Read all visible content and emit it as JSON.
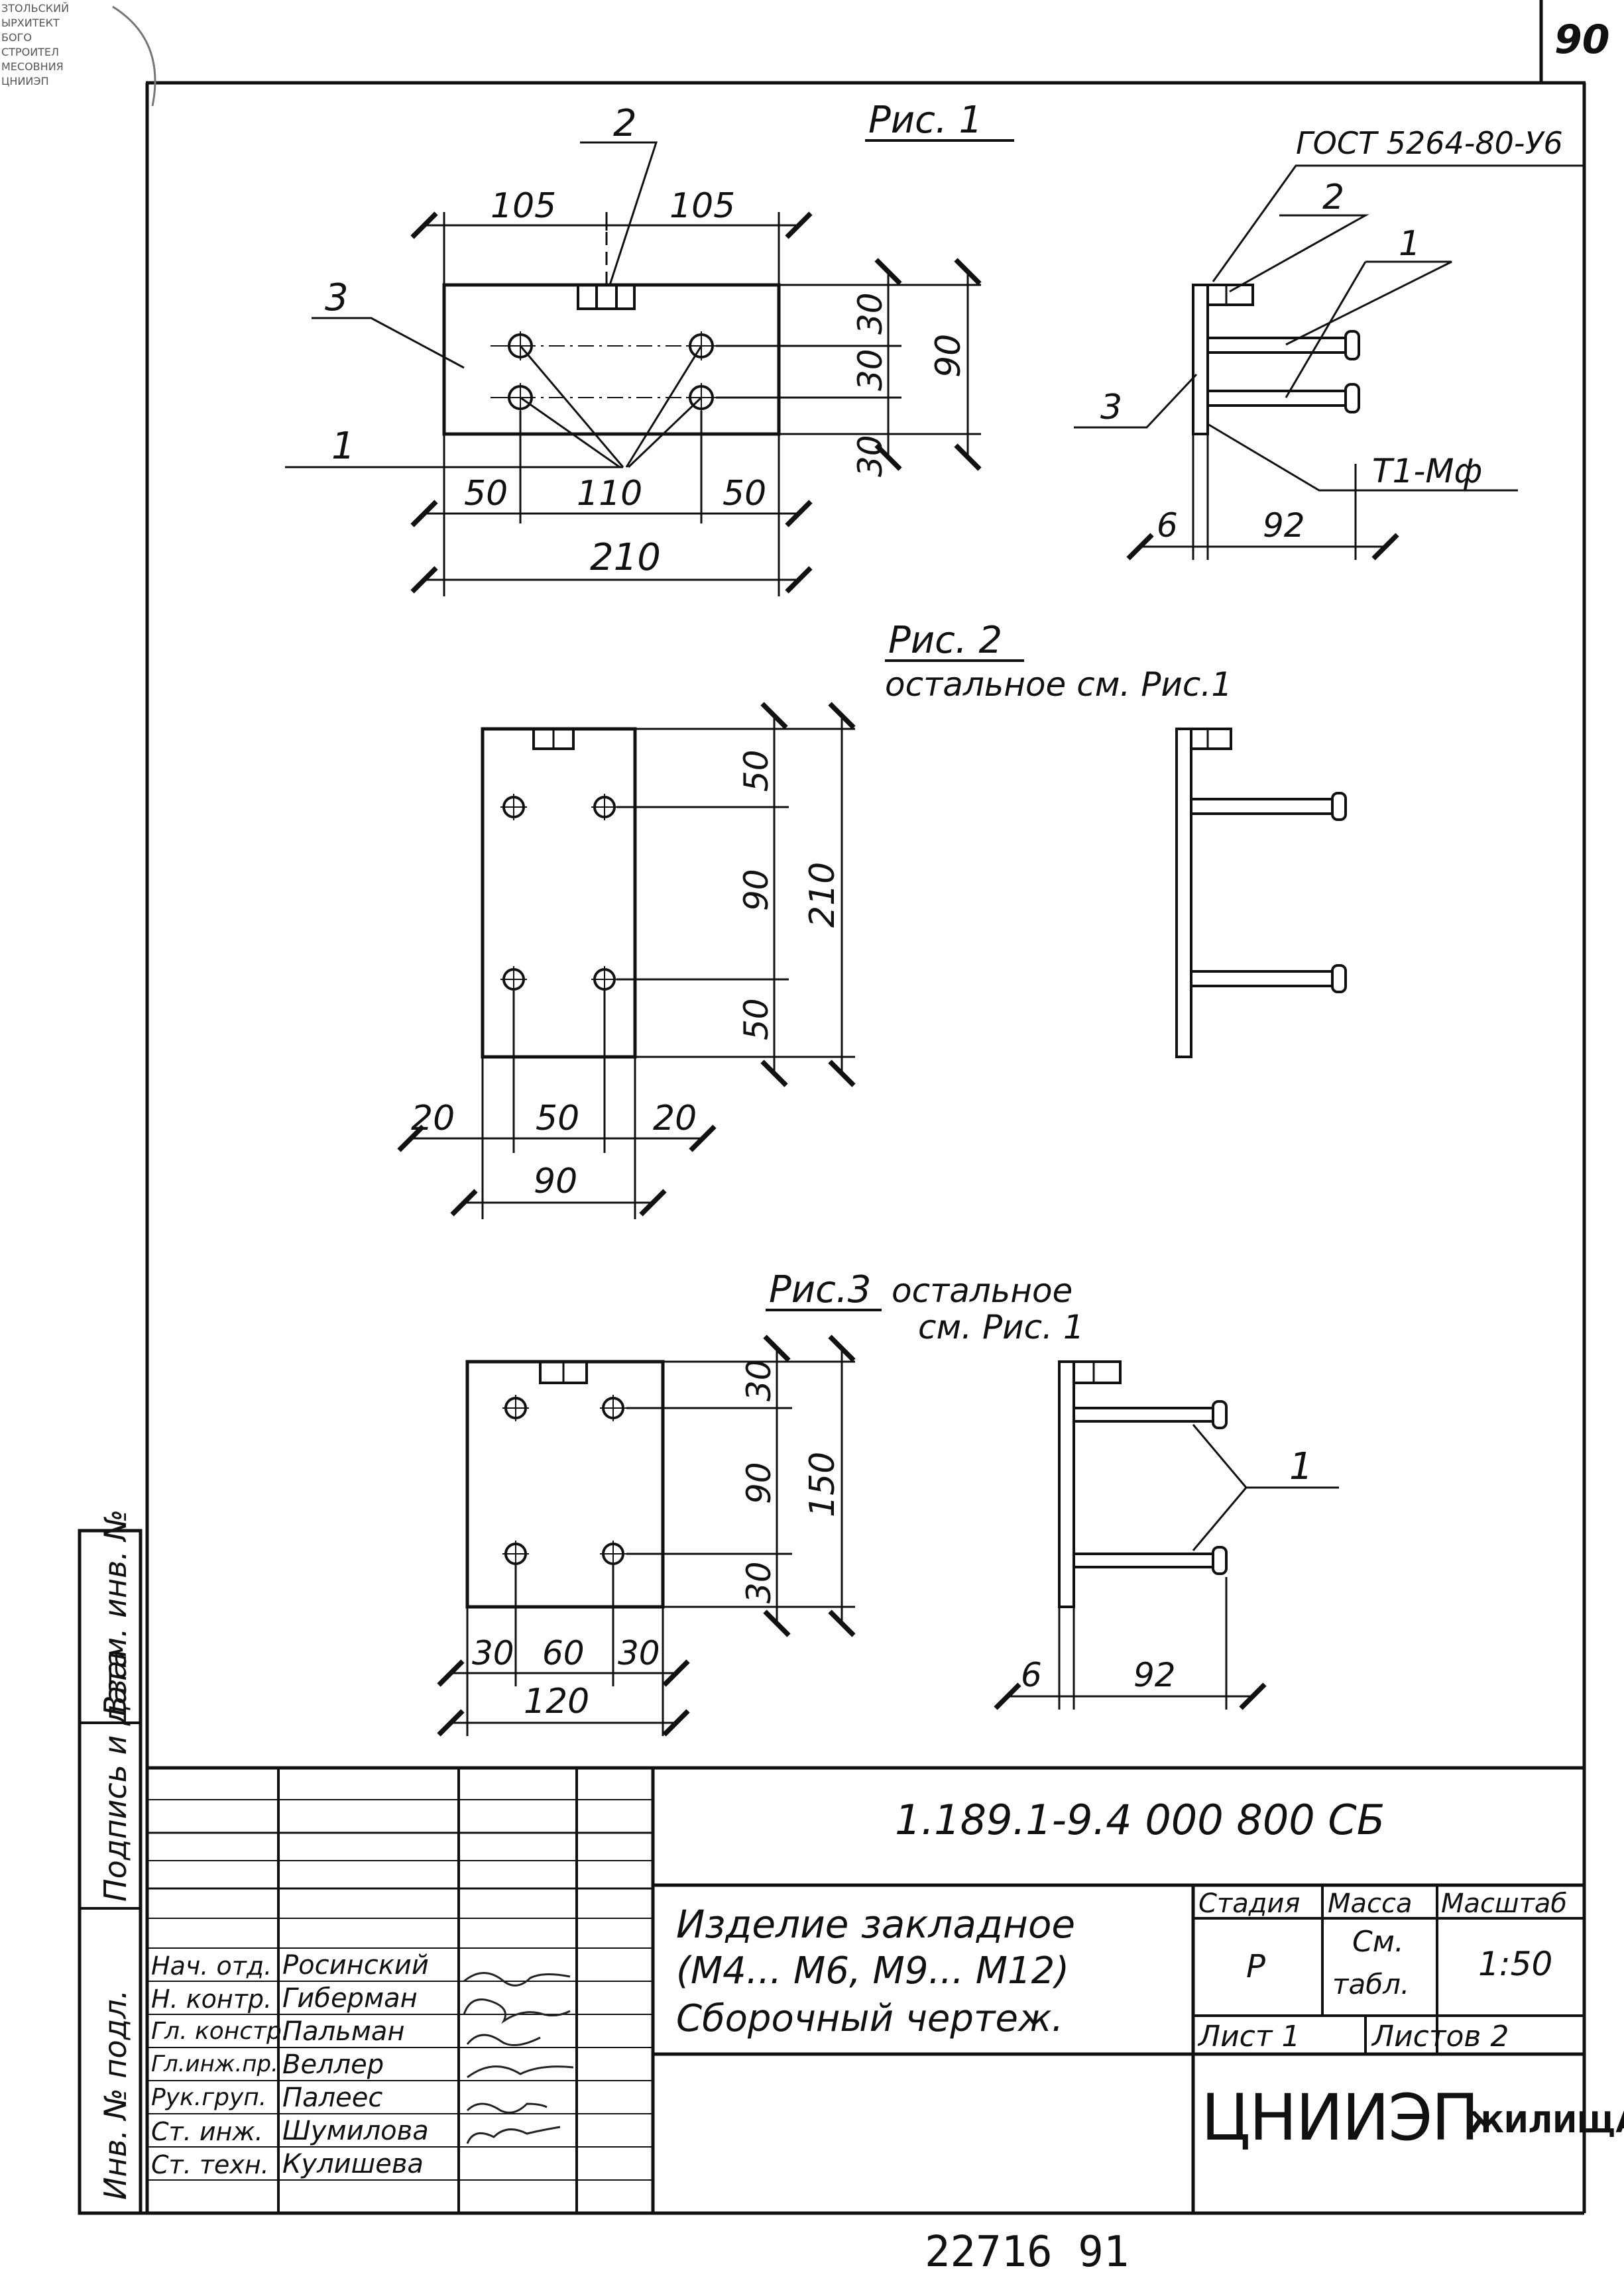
{
  "page_number": "90",
  "footer_number": "22716 91",
  "stamp_text": [
    "ЗТОЛЬСКИЙ",
    "ЫРХИТЕКТ",
    "БОГО",
    "СТРОИТЕЛ",
    "МЕСОВНИЯ",
    "ЦНИИЭП"
  ],
  "fig1": {
    "caption": "Рис. 1",
    "gost": "ГОСТ 5264-80-У6",
    "weld": "Т1-Мф",
    "pos1": "1",
    "pos2": "2",
    "pos3": "3",
    "d105a": "105",
    "d105b": "105",
    "d30a": "30",
    "d30b": "30",
    "d30c": "30",
    "d90": "90",
    "d50a": "50",
    "d110": "110",
    "d50b": "50",
    "d210": "210",
    "side_6": "6",
    "side_92": "92",
    "side_pos1": "1",
    "side_pos2": "2",
    "side_pos3": "3"
  },
  "fig2": {
    "caption": "Рис. 2",
    "note": "остальное см. Рис.1",
    "d50a": "50",
    "d90": "90",
    "d50b": "50",
    "d210": "210",
    "d20a": "20",
    "d50c": "50",
    "d20b": "20",
    "d90w": "90"
  },
  "fig3": {
    "caption": "Рис.3",
    "note1": "остальное",
    "note2": "см. Рис. 1",
    "d30a": "30",
    "d90": "90",
    "d30b": "30",
    "d150": "150",
    "d30c": "30",
    "d60": "60",
    "d30d": "30",
    "d120": "120",
    "side_6": "6",
    "side_92": "92",
    "side_pos1": "1"
  },
  "left_strip": {
    "inv_orig": "Инв. № подл.",
    "sign_date": "Подпись и дата",
    "inv_repl": "Взам. инв. №"
  },
  "title_block": {
    "doc_code": "1.189.1-9.4   000 800 СБ",
    "title_line1": "Изделие закладное",
    "title_line2": "(М4... М6, М9... М12)",
    "title_line3": "Сборочный чертеж.",
    "stage_label": "Стадия",
    "mass_label": "Масса",
    "scale_label": "Масштаб",
    "stage_value": "Р",
    "mass_value_1": "См.",
    "mass_value_2": "табл.",
    "scale_value": "1:50",
    "sheet_label": "Лист 1",
    "sheets_label": "Листов 2",
    "org_main": "ЦНИИЭП",
    "org_sub": "ЖИЛИЩА",
    "signers": [
      {
        "role": "Нач. отд.",
        "name": "Росинский"
      },
      {
        "role": "Н. контр.",
        "name": "Гиберман"
      },
      {
        "role": "Гл. констр.",
        "name": "Пальман"
      },
      {
        "role": "Гл.инж.пр.",
        "name": "Веллер"
      },
      {
        "role": "Рук.груп.",
        "name": "Палеес"
      },
      {
        "role": "Ст. инж.",
        "name": "Шумилова"
      },
      {
        "role": "Ст. техн.",
        "name": "Кулишева"
      }
    ]
  }
}
